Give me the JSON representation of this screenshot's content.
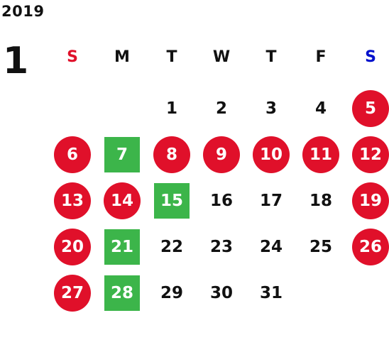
{
  "year": "2019",
  "month": "1",
  "colors": {
    "sunday": "#e0102a",
    "saturday": "#0010cc",
    "holiday_circle": "#e0102a",
    "green_box": "#3cb54a"
  },
  "weekdays": [
    {
      "label": "S",
      "color": "#e0102a"
    },
    {
      "label": "M",
      "color": "#111111"
    },
    {
      "label": "T",
      "color": "#111111"
    },
    {
      "label": "W",
      "color": "#111111"
    },
    {
      "label": "T",
      "color": "#111111"
    },
    {
      "label": "F",
      "color": "#111111"
    },
    {
      "label": "S",
      "color": "#0010cc"
    }
  ],
  "weeks": [
    [
      {
        "day": ""
      },
      {
        "day": ""
      },
      {
        "day": "1"
      },
      {
        "day": "2"
      },
      {
        "day": "3"
      },
      {
        "day": "4"
      },
      {
        "day": "5",
        "style": "holiday"
      }
    ],
    [
      {
        "day": "6",
        "style": "holiday"
      },
      {
        "day": "7",
        "style": "green"
      },
      {
        "day": "8",
        "style": "holiday"
      },
      {
        "day": "9",
        "style": "holiday"
      },
      {
        "day": "10",
        "style": "holiday"
      },
      {
        "day": "11",
        "style": "holiday"
      },
      {
        "day": "12",
        "style": "holiday"
      }
    ],
    [
      {
        "day": "13",
        "style": "holiday"
      },
      {
        "day": "14",
        "style": "holiday"
      },
      {
        "day": "15",
        "style": "green"
      },
      {
        "day": "16"
      },
      {
        "day": "17"
      },
      {
        "day": "18"
      },
      {
        "day": "19",
        "style": "holiday"
      }
    ],
    [
      {
        "day": "20",
        "style": "holiday"
      },
      {
        "day": "21",
        "style": "green"
      },
      {
        "day": "22"
      },
      {
        "day": "23"
      },
      {
        "day": "24"
      },
      {
        "day": "25"
      },
      {
        "day": "26",
        "style": "holiday"
      }
    ],
    [
      {
        "day": "27",
        "style": "holiday"
      },
      {
        "day": "28",
        "style": "green"
      },
      {
        "day": "29"
      },
      {
        "day": "30"
      },
      {
        "day": "31"
      },
      {
        "day": ""
      },
      {
        "day": ""
      }
    ]
  ]
}
